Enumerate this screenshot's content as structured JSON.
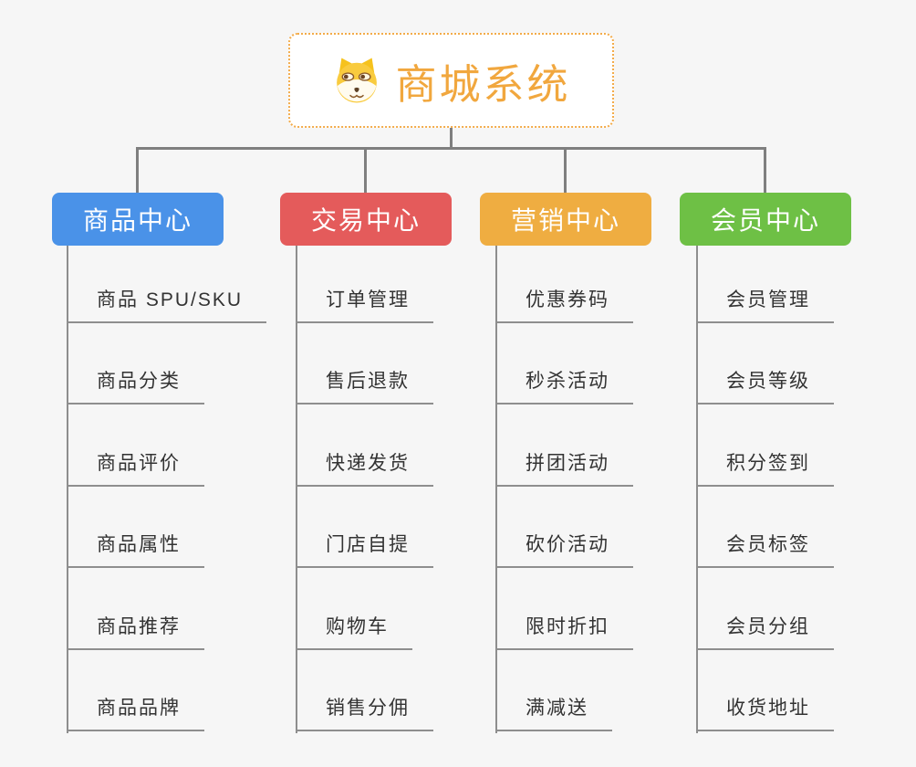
{
  "page": {
    "background_color": "#f6f6f6",
    "connector_color": "#7f7f7f",
    "leaf_line_color": "#8e8e8e"
  },
  "root": {
    "title": "商城系统",
    "icon": "doge-face-icon",
    "text_color": "#f1a73e",
    "border_color": "#f3ab49"
  },
  "branches": [
    {
      "label": "商品中心",
      "color": "#4a92e8",
      "children": [
        "商品 SPU/SKU",
        "商品分类",
        "商品评价",
        "商品属性",
        "商品推荐",
        "商品品牌"
      ]
    },
    {
      "label": "交易中心",
      "color": "#e45b5b",
      "children": [
        "订单管理",
        "售后退款",
        "快递发货",
        "门店自提",
        "购物车",
        "销售分佣"
      ]
    },
    {
      "label": "营销中心",
      "color": "#efad41",
      "children": [
        "优惠券码",
        "秒杀活动",
        "拼团活动",
        "砍价活动",
        "限时折扣",
        "满减送"
      ]
    },
    {
      "label": "会员中心",
      "color": "#6ec045",
      "children": [
        "会员管理",
        "会员等级",
        "积分签到",
        "会员标签",
        "会员分组",
        "收货地址"
      ]
    }
  ]
}
